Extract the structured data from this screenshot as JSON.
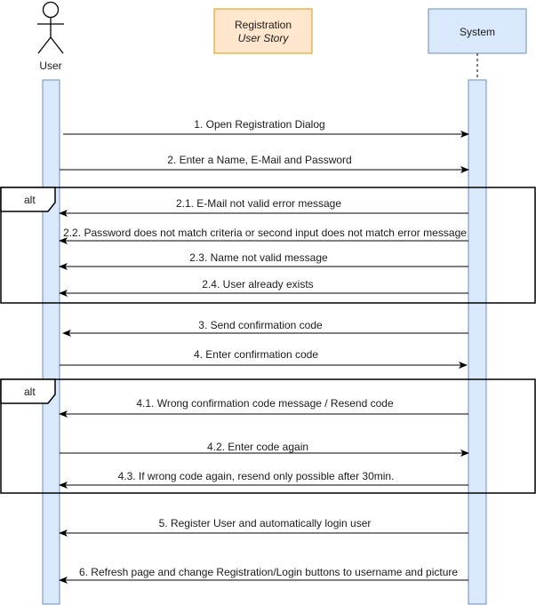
{
  "actors": {
    "user": {
      "label": "User"
    },
    "system": {
      "label": "System"
    }
  },
  "note": {
    "title": "Registration",
    "subtitle": "User Story",
    "fill": "#ffe6cc",
    "stroke": "#d79b00"
  },
  "colors": {
    "lifeline_fill": "#dae8fc",
    "lifeline_stroke": "#6c8ebf",
    "line": "#000000"
  },
  "fragments": [
    {
      "id": "alt-1",
      "label": "alt"
    },
    {
      "id": "alt-2",
      "label": "alt"
    }
  ],
  "messages": [
    {
      "id": "m1",
      "text": "1. Open Registration Dialog",
      "direction": "to-system"
    },
    {
      "id": "m2",
      "text": "2. Enter a Name, E-Mail and Password",
      "direction": "to-system"
    },
    {
      "id": "m21",
      "text": "2.1. E-Mail not valid error message",
      "direction": "to-user"
    },
    {
      "id": "m22",
      "text": "2.2. Password does not match criteria or second input does not match error message",
      "direction": "to-user"
    },
    {
      "id": "m23",
      "text": "2.3. Name not valid message",
      "direction": "to-user"
    },
    {
      "id": "m24",
      "text": "2.4. User already exists",
      "direction": "to-user"
    },
    {
      "id": "m3",
      "text": "3. Send confirmation code",
      "direction": "to-user"
    },
    {
      "id": "m4",
      "text": "4. Enter confirmation code",
      "direction": "to-system"
    },
    {
      "id": "m41",
      "text": "4.1. Wrong confirmation code message / Resend code",
      "direction": "to-user"
    },
    {
      "id": "m42",
      "text": "4.2. Enter code again",
      "direction": "to-system"
    },
    {
      "id": "m43",
      "text": "4.3. If wrong code again, resend only possible after 30min.",
      "direction": "to-user"
    },
    {
      "id": "m5",
      "text": "5. Register User and automatically login user",
      "direction": "to-user"
    },
    {
      "id": "m6",
      "text": "6. Refresh page and change Registration/Login buttons to username and picture",
      "direction": "to-user"
    }
  ]
}
